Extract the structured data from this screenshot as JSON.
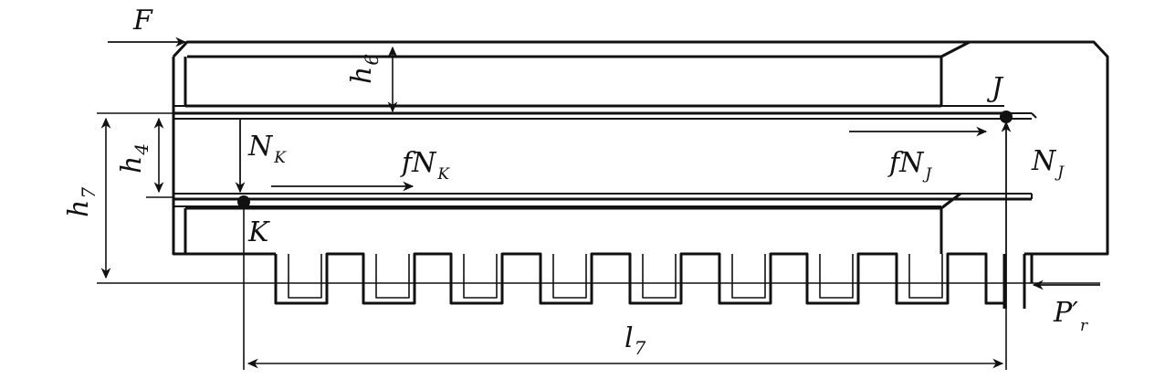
{
  "colors": {
    "line": "#111111",
    "background": "#ffffff"
  },
  "labels": {
    "F": "F",
    "h6": "h",
    "h6_sub": "6",
    "h4": "h",
    "h4_sub": "4",
    "h7": "h",
    "h7_sub": "7",
    "J": "J",
    "K": "K",
    "NK": "N",
    "NK_sub": "K",
    "fNK": "fN",
    "fNK_sub": "K",
    "fNJ": "fN",
    "fNJ_sub": "J",
    "NJ": "N",
    "NJ_sub": "J",
    "Pr": "P′",
    "Pr_sub": "r",
    "l7": "l",
    "l7_sub": "7"
  }
}
